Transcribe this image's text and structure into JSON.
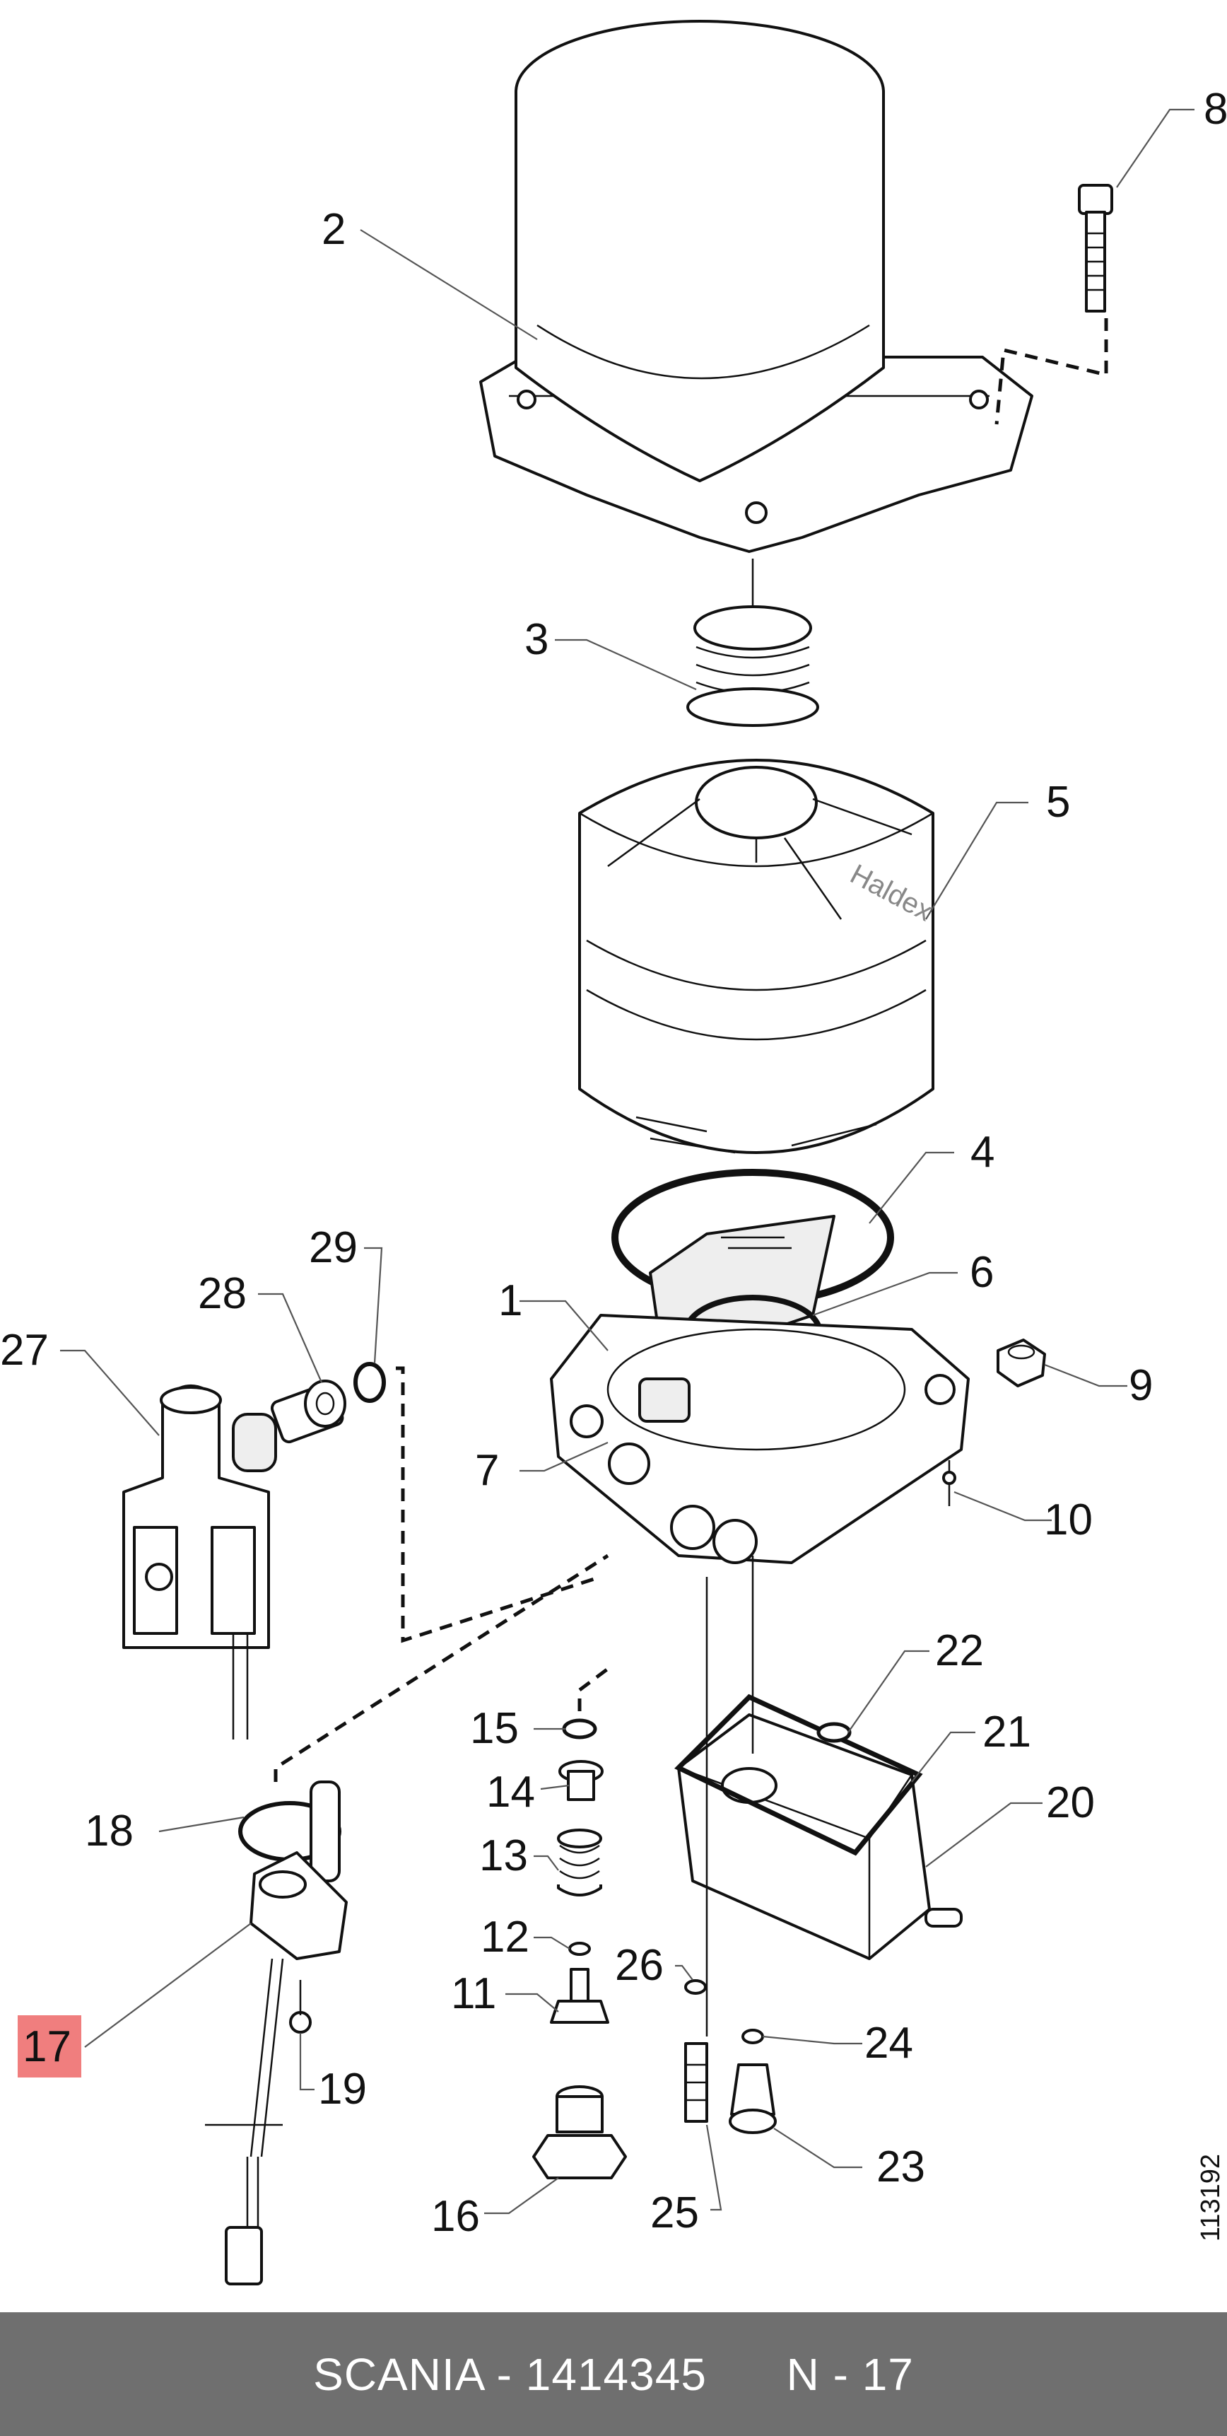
{
  "callouts": [
    "1",
    "2",
    "3",
    "4",
    "5",
    "6",
    "7",
    "8",
    "9",
    "10",
    "11",
    "12",
    "13",
    "14",
    "15",
    "16",
    "17",
    "18",
    "19",
    "20",
    "21",
    "22",
    "23",
    "24",
    "25",
    "26",
    "27",
    "28",
    "29"
  ],
  "highlighted_callout": "17",
  "drawing_id": "113192",
  "housing_brand_text": "Haldex",
  "footer": {
    "brand": "SCANIA",
    "separator": " - ",
    "part_number": "1414345",
    "page_ref": "N - 17"
  },
  "colors": {
    "highlight": "#f07e7e",
    "footer_bg": "#6f6f6f",
    "footer_text": "#ffffff",
    "line": "#111111"
  }
}
